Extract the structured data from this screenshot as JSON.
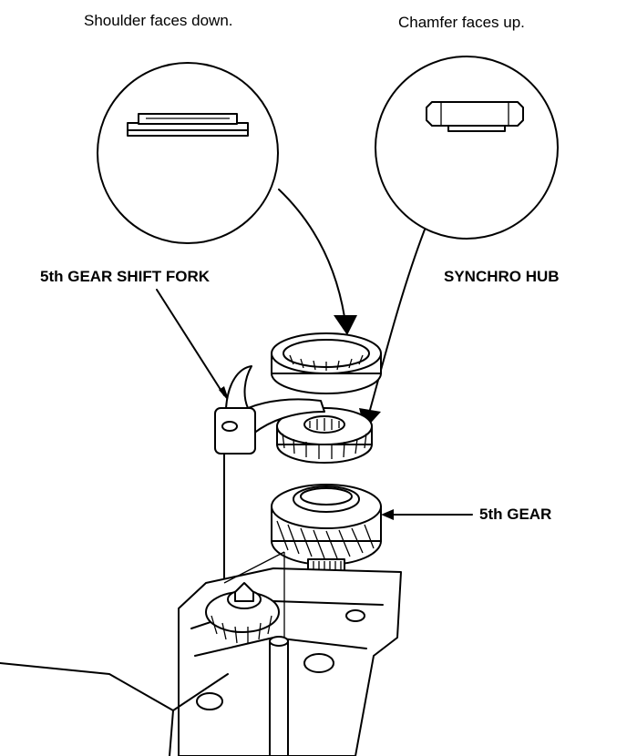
{
  "callouts": {
    "left": "Shoulder faces down.",
    "right": "Chamfer faces up."
  },
  "labels": {
    "shift_fork": "5th GEAR SHIFT FORK",
    "synchro_hub": "SYNCHRO HUB",
    "gear": "5th GEAR"
  },
  "colors": {
    "ink": "#000000",
    "paper": "#ffffff"
  }
}
